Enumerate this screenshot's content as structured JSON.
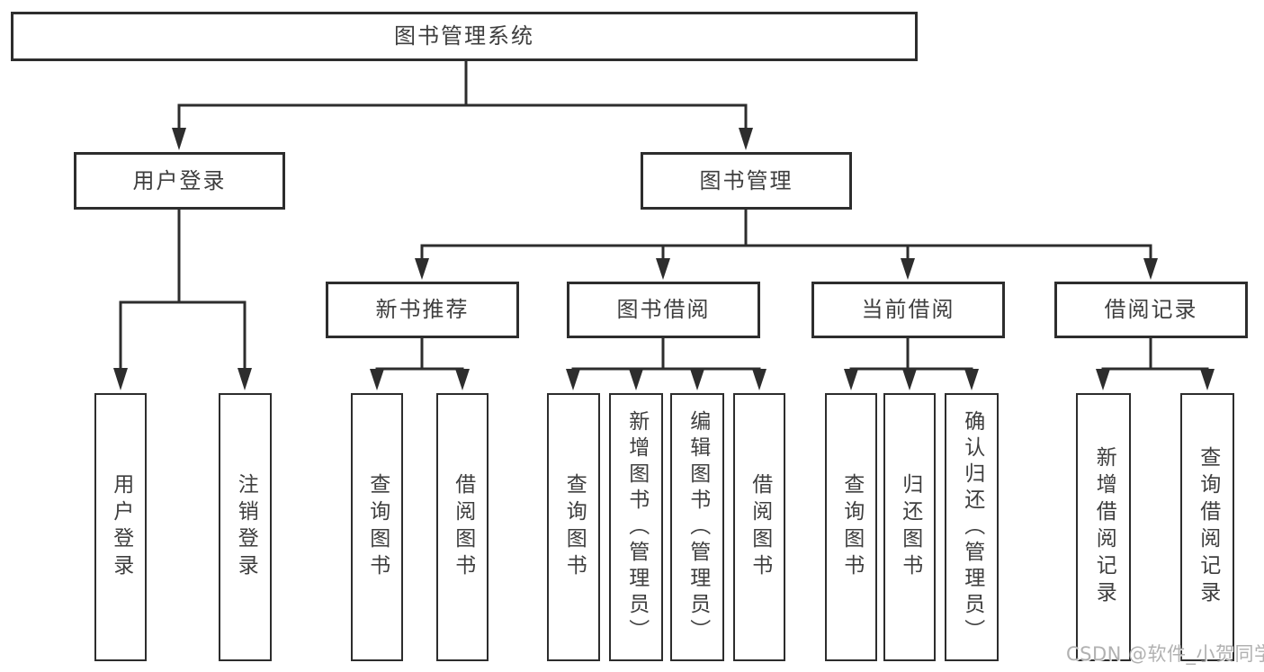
{
  "title": "图书管理系统",
  "watermark": "CSDN @软件_小贺同学",
  "colors": {
    "line": "#2d2d2d",
    "box_border": "#2d2d2d",
    "text": "#3e3e3e",
    "watermark": "#a8a8a8",
    "background": "#ffffff"
  },
  "tree": {
    "root": {
      "label": "图书管理系统"
    },
    "branches": [
      {
        "label": "用户登录",
        "children": [
          {
            "label": "用户登录"
          },
          {
            "label": "注销登录"
          }
        ]
      },
      {
        "label": "图书管理",
        "groups": [
          {
            "label": "新书推荐",
            "children": [
              {
                "label": "查询图书"
              },
              {
                "label": "借阅图书"
              }
            ]
          },
          {
            "label": "图书借阅",
            "children": [
              {
                "label": "查询图书"
              },
              {
                "label": "新增图书（管理员）"
              },
              {
                "label": "编辑图书（管理员）"
              },
              {
                "label": "借阅图书"
              }
            ]
          },
          {
            "label": "当前借阅",
            "children": [
              {
                "label": "查询图书"
              },
              {
                "label": "归还图书"
              },
              {
                "label": "确认归还（管理员）"
              }
            ]
          },
          {
            "label": "借阅记录",
            "children": [
              {
                "label": "新增借阅记录"
              },
              {
                "label": "查询借阅记录"
              }
            ]
          }
        ]
      }
    ]
  }
}
